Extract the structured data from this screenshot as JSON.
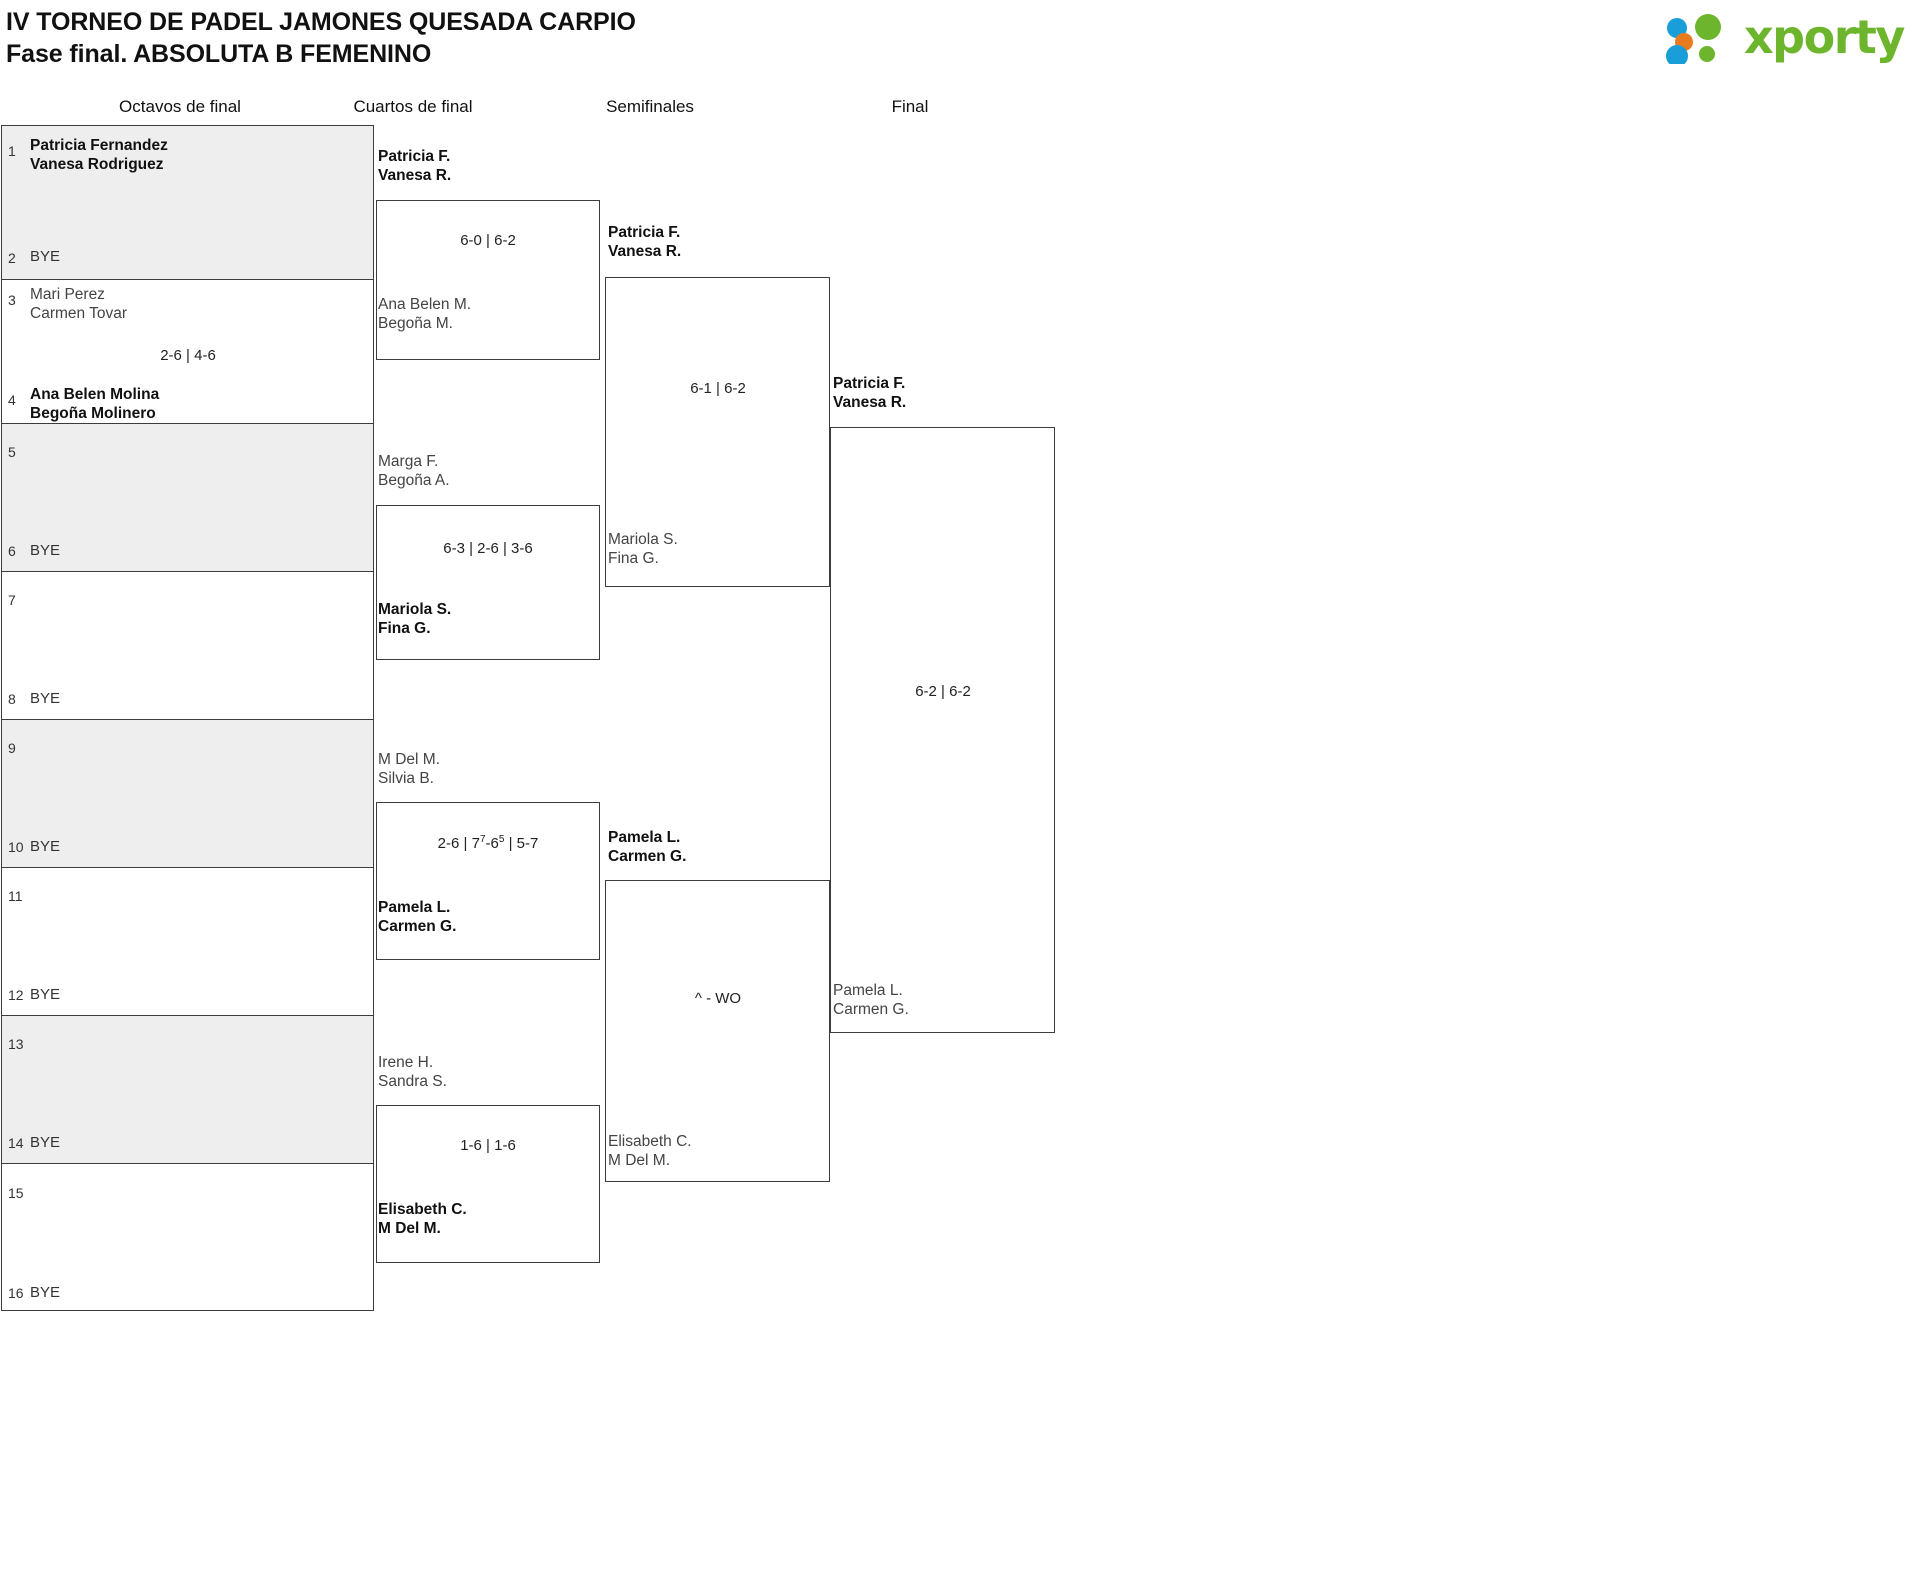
{
  "header": {
    "title_line1": "IV TORNEO DE PADEL JAMONES QUESADA CARPIO",
    "title_line2": "Fase final. ABSOLUTA B FEMENINO",
    "logo_text": "xporty",
    "logo_colors": {
      "green": "#6cb52d",
      "blue": "#1a9ed9",
      "orange": "#e87b1e"
    }
  },
  "rounds": [
    {
      "label": "Octavos de final"
    },
    {
      "label": "Cuartos de final"
    },
    {
      "label": "Semifinales"
    },
    {
      "label": "Final"
    }
  ],
  "bye_label": "BYE",
  "round1": {
    "slots": [
      {
        "seed": "1",
        "line1": "Patricia Fernandez",
        "line2": "Vanesa Rodriguez",
        "winner": true,
        "bye": false
      },
      {
        "seed": "2",
        "line1": "",
        "line2": "",
        "winner": false,
        "bye": true
      },
      {
        "seed": "3",
        "line1": "Mari Perez",
        "line2": "Carmen Tovar",
        "winner": false,
        "bye": false
      },
      {
        "seed": "4",
        "line1": "Ana Belen Molina",
        "line2": "Begoña Molinero",
        "winner": true,
        "bye": false
      },
      {
        "seed": "5",
        "line1": "",
        "line2": "",
        "winner": false,
        "bye": false
      },
      {
        "seed": "6",
        "line1": "",
        "line2": "",
        "winner": false,
        "bye": true
      },
      {
        "seed": "7",
        "line1": "",
        "line2": "",
        "winner": false,
        "bye": false
      },
      {
        "seed": "8",
        "line1": "",
        "line2": "",
        "winner": false,
        "bye": true
      },
      {
        "seed": "9",
        "line1": "",
        "line2": "",
        "winner": false,
        "bye": false
      },
      {
        "seed": "10",
        "line1": "",
        "line2": "",
        "winner": false,
        "bye": true
      },
      {
        "seed": "11",
        "line1": "",
        "line2": "",
        "winner": false,
        "bye": false
      },
      {
        "seed": "12",
        "line1": "",
        "line2": "",
        "winner": false,
        "bye": true
      },
      {
        "seed": "13",
        "line1": "",
        "line2": "",
        "winner": false,
        "bye": false
      },
      {
        "seed": "14",
        "line1": "",
        "line2": "",
        "winner": false,
        "bye": true
      },
      {
        "seed": "15",
        "line1": "",
        "line2": "",
        "winner": false,
        "bye": false
      },
      {
        "seed": "16",
        "line1": "",
        "line2": "",
        "winner": false,
        "bye": true
      }
    ],
    "scores": {
      "m2": "2-6 | 4-6"
    }
  },
  "round2": {
    "matches": [
      {
        "top": {
          "line1": "Patricia F.",
          "line2": "Vanesa R.",
          "winner": true
        },
        "bottom": {
          "line1": "Ana Belen M.",
          "line2": "Begoña M.",
          "winner": false
        },
        "score": "6-0 | 6-2"
      },
      {
        "top": {
          "line1": "Marga F.",
          "line2": "Begoña A.",
          "winner": false
        },
        "bottom": {
          "line1": "Mariola S.",
          "line2": "Fina G.",
          "winner": true
        },
        "score": "6-3 | 2-6 | 3-6"
      },
      {
        "top": {
          "line1": "M Del M.",
          "line2": "Silvia B.",
          "winner": false
        },
        "bottom": {
          "line1": "Pamela L.",
          "line2": "Carmen G.",
          "winner": true
        },
        "score_parts": [
          {
            "t": "2-6 | 7",
            "sup": false
          },
          {
            "t": "7",
            "sup": true
          },
          {
            "t": "-6",
            "sup": false
          },
          {
            "t": "5",
            "sup": true
          },
          {
            "t": " | 5-7",
            "sup": false
          }
        ],
        "score": "2-6 | 77-65 | 5-7"
      },
      {
        "top": {
          "line1": "Irene H.",
          "line2": "Sandra S.",
          "winner": false
        },
        "bottom": {
          "line1": "Elisabeth C.",
          "line2": "M Del M.",
          "winner": true
        },
        "score": "1-6 | 1-6"
      }
    ]
  },
  "round3": {
    "matches": [
      {
        "top": {
          "line1": "Patricia F.",
          "line2": "Vanesa R.",
          "winner": true
        },
        "bottom": {
          "line1": "Mariola S.",
          "line2": "Fina G.",
          "winner": false
        },
        "score": "6-1 | 6-2"
      },
      {
        "top": {
          "line1": "Pamela L.",
          "line2": "Carmen G.",
          "winner": true
        },
        "bottom": {
          "line1": "Elisabeth C.",
          "line2": "M Del M.",
          "winner": false
        },
        "score": "^ - WO"
      }
    ]
  },
  "round4": {
    "matches": [
      {
        "top": {
          "line1": "Patricia F.",
          "line2": "Vanesa R.",
          "winner": true
        },
        "bottom": {
          "line1": "Pamela L.",
          "line2": "Carmen G.",
          "winner": false
        },
        "score": "6-2 | 6-2"
      }
    ]
  }
}
